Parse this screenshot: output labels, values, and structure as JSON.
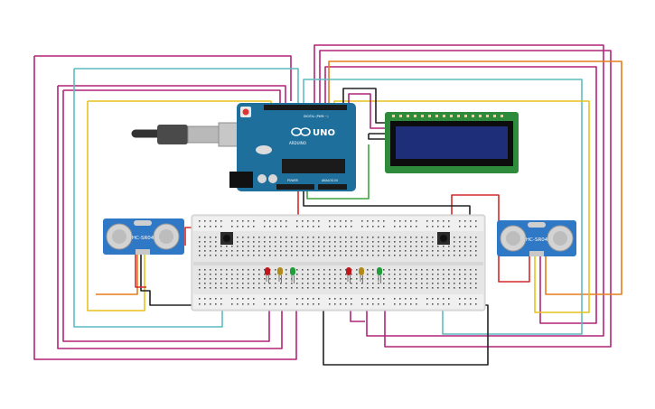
{
  "arduino": {
    "brand": "UNO",
    "sub": "ARDUINO",
    "digital_label": "DIGITAL (PWM ~)",
    "power_label": "POWER",
    "analog_label": "ANALOG IN",
    "board_color": "#1f6f9c"
  },
  "sensors": {
    "left_label": "HC-SR04",
    "right_label": "HC-SR04",
    "board_color": "#2f78c6"
  },
  "lcd": {
    "board_color": "#2e8b3c",
    "screen_color": "#1f2e78"
  },
  "leds": {
    "colors": [
      "#c0171c",
      "#b08a1a",
      "#1f9e3a"
    ]
  },
  "wire_colors": {
    "magenta": "#b2247a",
    "cyan": "#5bbcc2",
    "yellow": "#e6c21d",
    "orange": "#e57c1c",
    "black": "#222222",
    "red": "#d42a2a",
    "green": "#3da23d"
  }
}
